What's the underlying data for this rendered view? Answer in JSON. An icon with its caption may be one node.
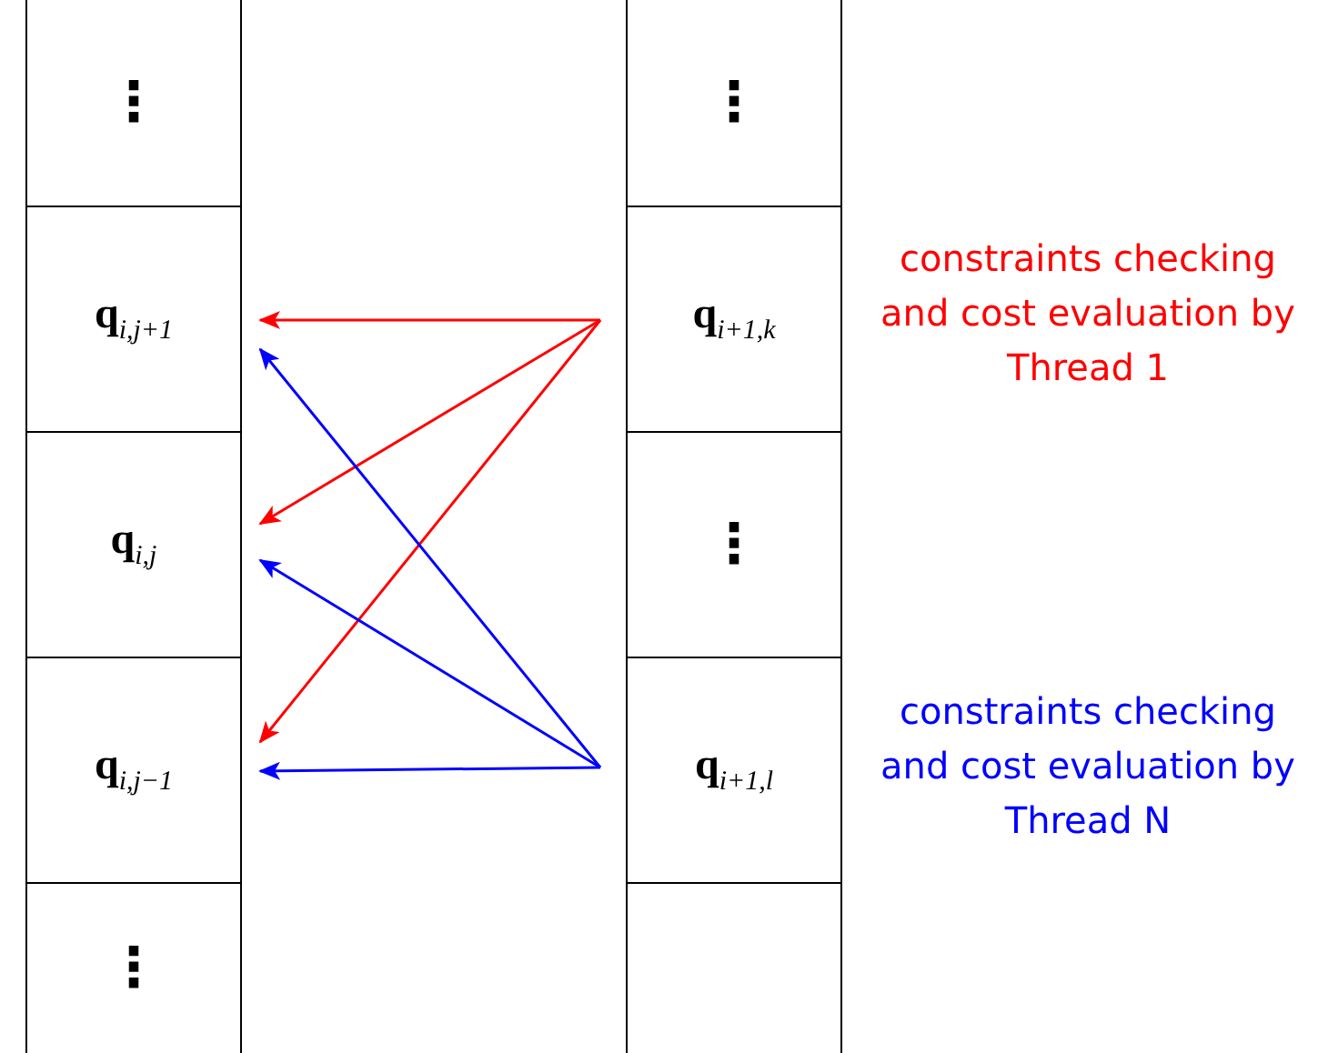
{
  "diagram": {
    "nodes": [
      {
        "text": [
          "⋮"
        ]
      },
      {
        "text": [
          "**q**$_{i,j+1}$"
        ]
      },
      {
        "text": [
          "**q**$_{i,j}$"
        ]
      },
      {
        "text": [
          "**q**$_{i,j−1}$"
        ]
      },
      {
        "text": [
          "⋮"
        ]
      },
      {
        "text": [
          "⋮"
        ]
      },
      {
        "text": [
          "**q**$_{i+1,k}$"
        ]
      },
      {
        "text": [
          "⋮"
        ]
      },
      {
        "text": [
          "**q**$_{i+1,l}$"
        ]
      },
      {
        "text": [],
        "shape": "box"
      }
    ],
    "edges": [
      {
        "from": 6,
        "to": 1,
        "arrow": "to",
        "color": "#ff0000"
      },
      {
        "from": 6,
        "to": 2,
        "arrow": "to",
        "color": "#ff0000"
      },
      {
        "from": 6,
        "to": 3,
        "arrow": "to",
        "color": "#ff0000"
      },
      {
        "from": 8,
        "to": 1,
        "arrow": "to",
        "color": "#0000ff"
      },
      {
        "from": 8,
        "to": 2,
        "arrow": "to",
        "color": "#0000ff"
      },
      {
        "from": 8,
        "to": 3,
        "arrow": "to",
        "color": "#0000ff"
      }
    ],
    "labels": [
      "constraints checking and cost evaluation by Thread 1",
      "constraints checking and cost evaluation by Thread N"
    ]
  }
}
